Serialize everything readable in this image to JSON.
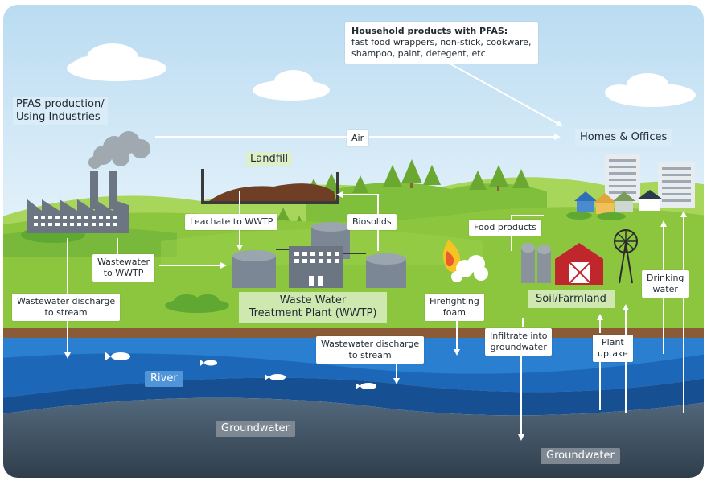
{
  "household_box": {
    "title": "Household products with PFAS:",
    "line1": "fast food wrappers, non-stick, cookware,",
    "line2": "shampoo, paint, detegent, etc."
  },
  "industry": {
    "line1": "PFAS production/",
    "line2": "Using Industries"
  },
  "air_label": "Air",
  "homes_label": "Homes & Offices",
  "landfill_label": "Landfill",
  "leachate_label": "Leachate to WWTP",
  "biosolids_label": "Biosolids",
  "food_products_label": "Food products",
  "wastewater_wwtp": {
    "line1": "Wastewater",
    "line2": "to WWTP"
  },
  "wastewater_discharge_left": {
    "line1": "Wastewater discharge",
    "line2": "to stream"
  },
  "wwtp_label": {
    "line1": "Waste Water",
    "line2": "Treatment Plant  (WWTP)"
  },
  "firefighting": {
    "line1": "Firefighting",
    "line2": "foam"
  },
  "soil_label": "Soil/Farmland",
  "drinking_water": {
    "line1": "Drinking",
    "line2": "water"
  },
  "wastewater_discharge_center": {
    "line1": "Wastewater discharge",
    "line2": "to stream"
  },
  "infiltrate": {
    "line1": "Infiltrate into",
    "line2": "groundwater"
  },
  "plant_uptake": {
    "line1": "Plant",
    "line2": "uptake"
  },
  "river_label": "River",
  "groundwater_left_label": "Groundwater",
  "groundwater_right_label": "Groundwater",
  "colors": {
    "sky": "#cfe6f5",
    "grass": "#8cc63f",
    "dark_grass": "#5fa832",
    "river": "#2a7fd0",
    "groundwater": "#3d4f60",
    "building_grey": "#7b8794",
    "barn_red": "#c0272d",
    "label_bg": "#ffffff"
  }
}
